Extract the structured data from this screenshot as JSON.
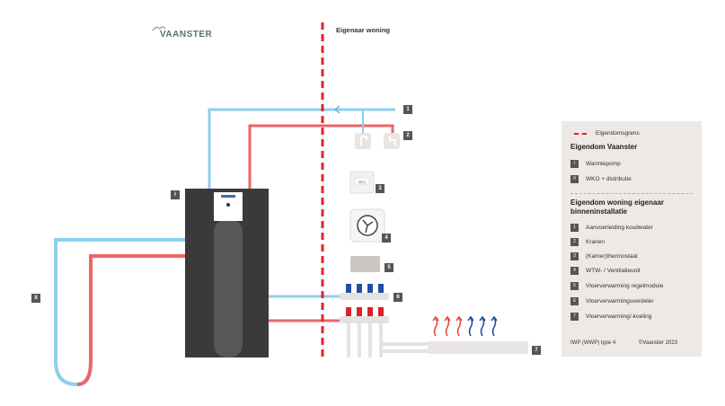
{
  "brand": {
    "name": "VAANSTER",
    "tagline": ""
  },
  "header": {
    "owner_label": "Eigenaar woning"
  },
  "tags": {
    "i": "I",
    "ii": "II",
    "n1": "1",
    "n2": "2",
    "n3": "3",
    "n4": "4",
    "n5": "5",
    "n6": "6",
    "n7": "7"
  },
  "thermostat": {
    "display": "20°C"
  },
  "legend": {
    "boundary": "Eigendomsgrens",
    "vaanster_title": "Eigendom Vaanster",
    "vaanster_items": [
      {
        "badge": "I",
        "label": "Warmtepomp"
      },
      {
        "badge": "II",
        "label": "WKO + distributie"
      }
    ],
    "owner_title_1": "Eigendom woning eigenaar",
    "owner_title_2": "binneninstallatie",
    "owner_items": [
      {
        "badge": "1",
        "label": "Aanvoerleiding koudwater"
      },
      {
        "badge": "2",
        "label": "Kranen"
      },
      {
        "badge": "3",
        "label": "(Kamer)thermostaat"
      },
      {
        "badge": "4",
        "label": "WTW- / Ventilatieunit"
      },
      {
        "badge": "5",
        "label": "Vloerverwarming regelmodule"
      },
      {
        "badge": "6",
        "label": "Vloerverwarmingsverdeler"
      },
      {
        "badge": "7",
        "label": "Vloerverwarming/-koeling"
      }
    ],
    "footer_type": "IWP (WWP) type 4",
    "footer_copy": "©Vaanster 2023"
  },
  "colors": {
    "cold": "#8ecfee",
    "hot": "#ee6468",
    "boundary": "#e02626",
    "unit": "#3a3a3a",
    "tag": "#555555",
    "legend_bg": "#ece9e6"
  }
}
